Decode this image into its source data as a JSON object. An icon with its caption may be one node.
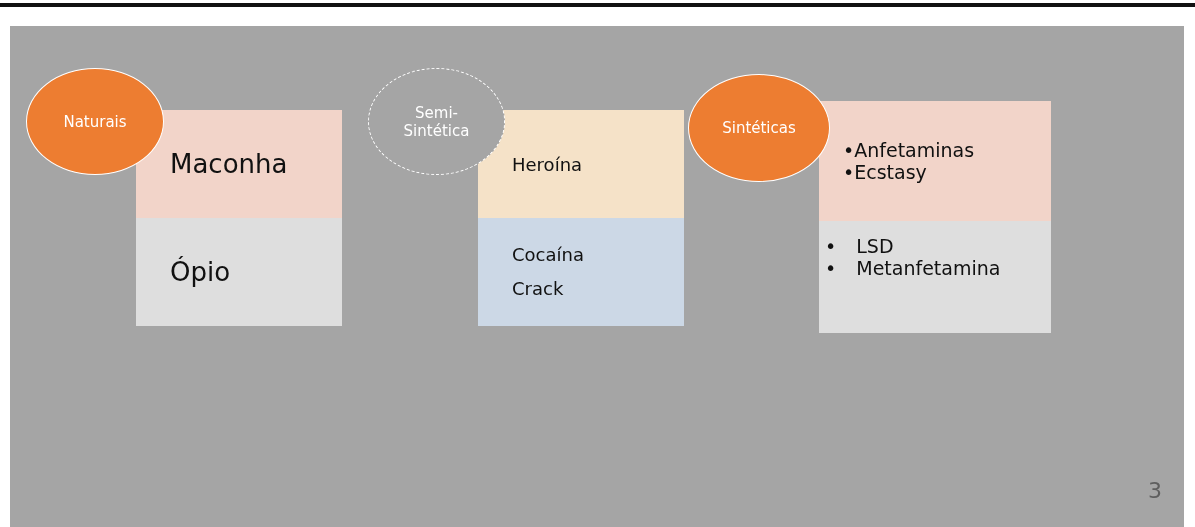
{
  "diagram": {
    "nodes": [
      {
        "text": [
          "Naturais"
        ]
      },
      {
        "text": [
          "Maconha"
        ]
      },
      {
        "text": [
          "Ópio"
        ]
      },
      {
        "text": [
          "Semi-Sintética"
        ]
      },
      {
        "text": [
          "Heroína"
        ]
      },
      {
        "text": [
          "Cocaína",
          "Crack"
        ]
      },
      {
        "text": [
          "Sintéticas"
        ]
      },
      {
        "text": [
          "•Anfetaminas",
          "•Ecstasy"
        ]
      },
      {
        "text": [
          "• LSD",
          "• Metanfetamina"
        ]
      }
    ],
    "edges": [],
    "labels": [
      "3"
    ]
  }
}
